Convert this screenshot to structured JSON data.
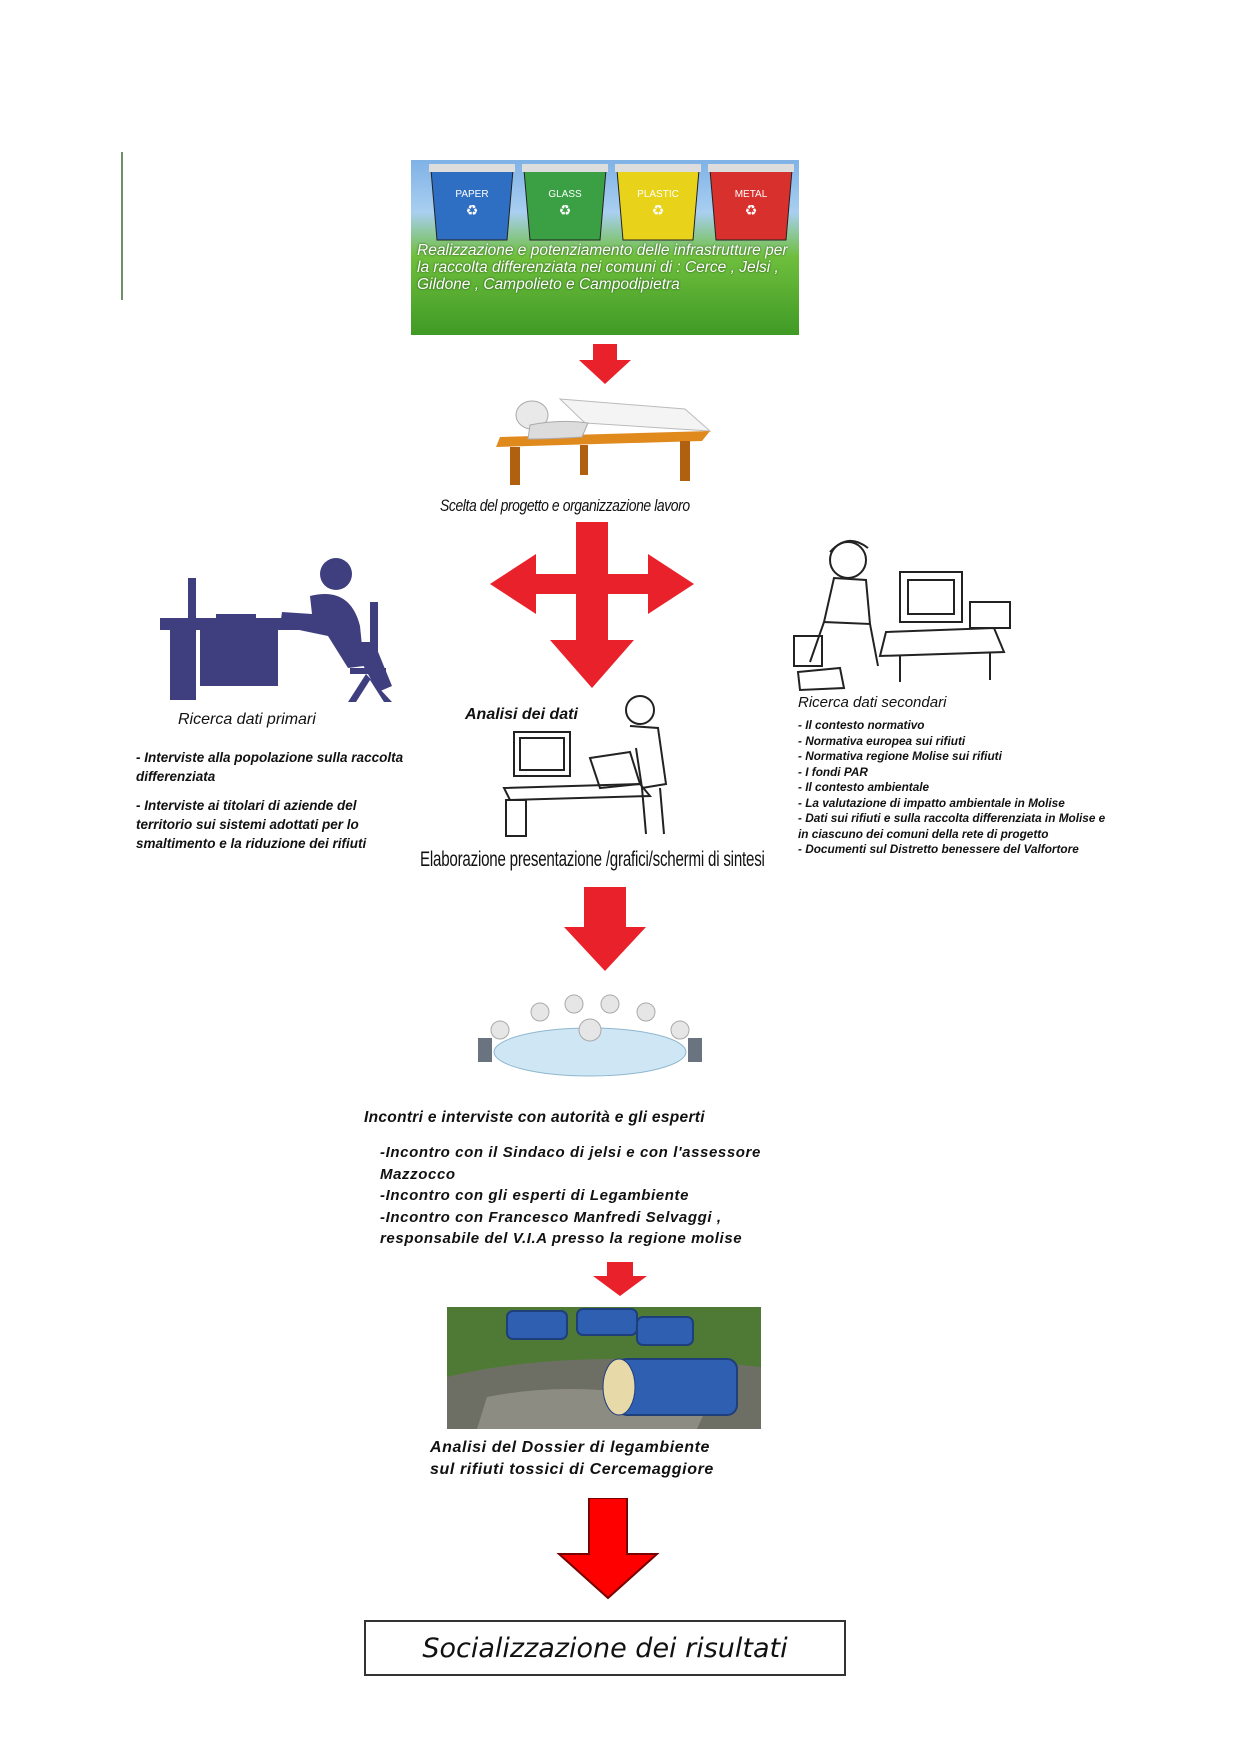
{
  "banner": {
    "bin_labels": [
      "PAPER",
      "GLASS",
      "PLASTIC",
      "METAL"
    ],
    "bin_colors": [
      "#2e6fc4",
      "#3aa043",
      "#e8d21a",
      "#d8302c"
    ],
    "text": "Realizzazione e potenziamento delle infrastrutture per la raccolta differenziata nei comuni di : Cerce , Jelsi , Gildone , Campolieto e Campodipietra"
  },
  "steps": {
    "scelta": "Scelta del progetto e organizzazione lavoro",
    "analisi": "Analisi dei dati",
    "elaborazione": "Elaborazione presentazione /grafici/schermi di sintesi"
  },
  "primari": {
    "title": "Ricerca dati primari",
    "items": [
      "- Interviste alla popolazione  sulla raccolta differenziata",
      "- Interviste ai titolari di aziende del territorio sui sistemi adottati per lo smaltimento e la riduzione dei rifiuti"
    ]
  },
  "secondari": {
    "title": "Ricerca dati secondari",
    "items": [
      "- Il contesto normativo",
      "- Normativa europea sui rifiuti",
      "- Normativa regione Molise sui rifiuti",
      "- I fondi PAR",
      "- Il contesto ambientale",
      "- La valutazione di impatto ambientale in Molise",
      "- Dati sui rifiuti  e sulla raccolta differenziata in Molise e in ciascuno dei comuni della rete di progetto",
      "- Documenti sul Distretto benessere del Valfortore"
    ]
  },
  "incontri": {
    "title": "Incontri e interviste con autorità e gli esperti",
    "items": [
      "-Incontro con il Sindaco di jelsi e con l'assessore Mazzocco",
      "-Incontro con gli esperti di Legambiente",
      "-Incontro con Francesco Manfredi Selvaggi , responsabile del V.I.A presso la regione molise"
    ]
  },
  "dossier": {
    "lines": [
      "Analisi del Dossier di legambiente",
      "sul rifiuti tossici di Cercemaggiore"
    ]
  },
  "risultati": "Socializzazione dei risultati",
  "colors": {
    "arrow": "#e8212b",
    "arrow_big": "#ff0000"
  }
}
